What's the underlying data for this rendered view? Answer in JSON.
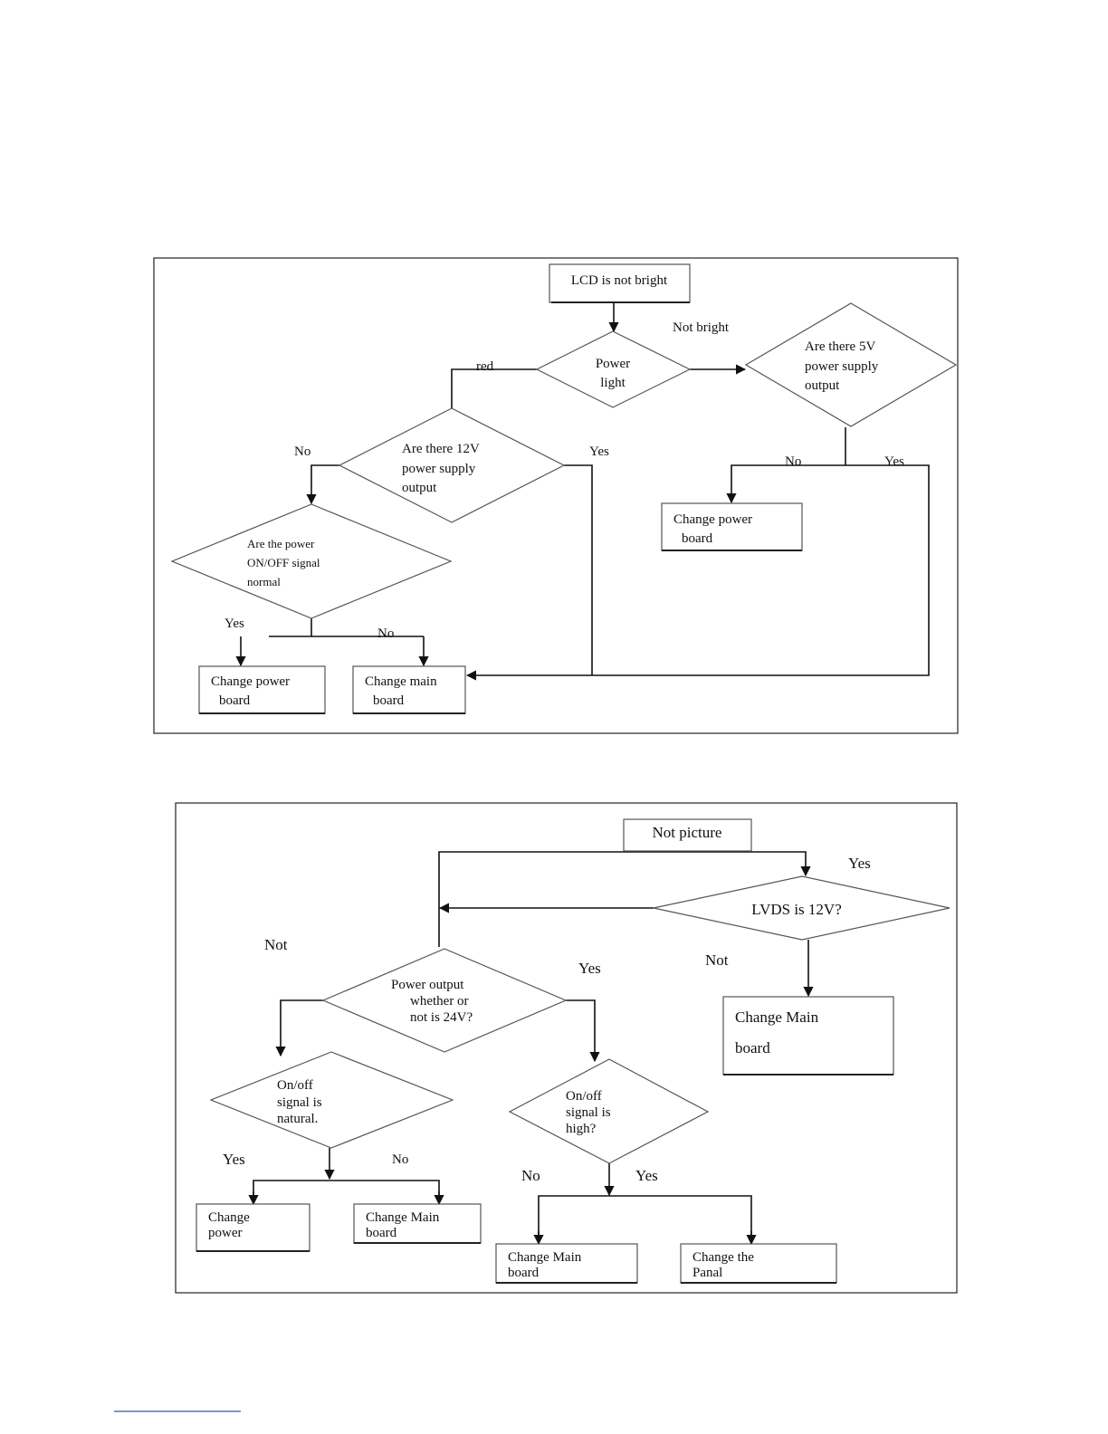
{
  "diagram1": {
    "start": "LCD is not bright",
    "power_light": [
      "Power",
      "light"
    ],
    "not_bright": "Not bright",
    "red": "red",
    "q5v": [
      "Are there 5V",
      "power supply",
      "output"
    ],
    "q12v": [
      "Are there 12V",
      "power supply",
      "output"
    ],
    "q_onoff": [
      "Are the power",
      "ON/OFF signal",
      "normal"
    ],
    "labels": {
      "no_12v": "No",
      "yes_12v": "Yes",
      "no_5v": "No",
      "yes_5v": "Yes",
      "yes_onoff": "Yes",
      "no_onoff": "No"
    },
    "change_power_right": [
      "Change power",
      "board"
    ],
    "change_power_left": [
      "Change power",
      "board"
    ],
    "change_main": [
      "Change main",
      "board"
    ]
  },
  "diagram2": {
    "start": "Not picture",
    "lvds": "LVDS is 12V?",
    "yes_top": "Yes",
    "not_left": "Not",
    "not_right": "Not",
    "change_main_right": [
      "Change Main",
      "board"
    ],
    "q24v": [
      "Power output",
      "whether or",
      "not is 24V?"
    ],
    "yes_24v": "Yes",
    "q_natural": [
      "On/off",
      "signal is",
      "natural."
    ],
    "q_high": [
      "On/off",
      "signal is",
      "high?"
    ],
    "yes_natural": "Yes",
    "no_natural": "No",
    "no_high": "No",
    "yes_high": "Yes",
    "change_power": [
      "Change",
      "power"
    ],
    "change_main_left": [
      "Change Main",
      "board"
    ],
    "change_main_bottom": [
      "Change Main",
      "board"
    ],
    "change_panal": [
      "Change the",
      "Panal"
    ]
  }
}
